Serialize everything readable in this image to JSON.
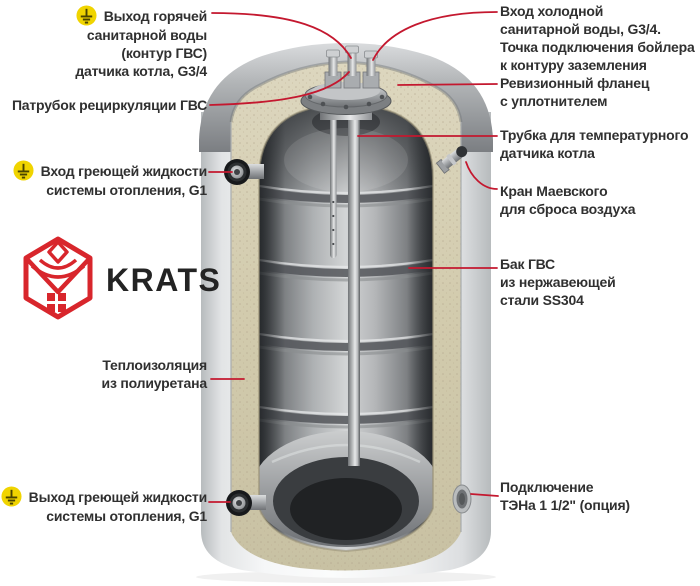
{
  "brand": {
    "name": "KRATS"
  },
  "colors": {
    "callout_red": "#c4182f",
    "label_text": "#303030",
    "ground_icon_yellow": "#f0d400",
    "logo_red": "#d8262c",
    "insulation_cream": "#d2cbad"
  },
  "labels": {
    "hot_water_outlet": {
      "grounded": true,
      "lines": [
        "Выход горячей",
        "санитарной воды",
        "(контур ГВС)",
        "датчика котла, G3/4"
      ]
    },
    "recirculation": {
      "grounded": false,
      "lines": [
        "Патрубок рециркуляции ГВС"
      ]
    },
    "heating_inlet": {
      "grounded": true,
      "lines": [
        "Вход греющей жидкости",
        "системы отопления, G1"
      ]
    },
    "insulation": {
      "grounded": false,
      "lines": [
        "Теплоизоляция",
        "из полиуретана"
      ]
    },
    "heating_outlet": {
      "grounded": true,
      "lines": [
        "Выход греющей жидкости",
        "системы отопления, G1"
      ]
    },
    "cold_water_inlet": {
      "grounded": false,
      "lines": [
        "Вход холодной",
        "санитарной воды, G3/4.",
        "Точка подключения бойлера",
        "к контуру заземления"
      ]
    },
    "revision_flange": {
      "grounded": false,
      "lines": [
        "Ревизионный фланец",
        "с уплотнителем"
      ]
    },
    "sensor_tube": {
      "grounded": false,
      "lines": [
        "Трубка для температурного",
        "датчика котла"
      ]
    },
    "air_valve": {
      "grounded": false,
      "lines": [
        "Кран Маевского",
        "для сброса воздуха"
      ]
    },
    "tank": {
      "grounded": false,
      "lines": [
        "Бак ГВС",
        "из нержавеющей",
        "стали SS304"
      ]
    },
    "heater_port": {
      "grounded": false,
      "lines": [
        "Подключение",
        "ТЭНа 1 1/2\" (опция)"
      ]
    }
  }
}
